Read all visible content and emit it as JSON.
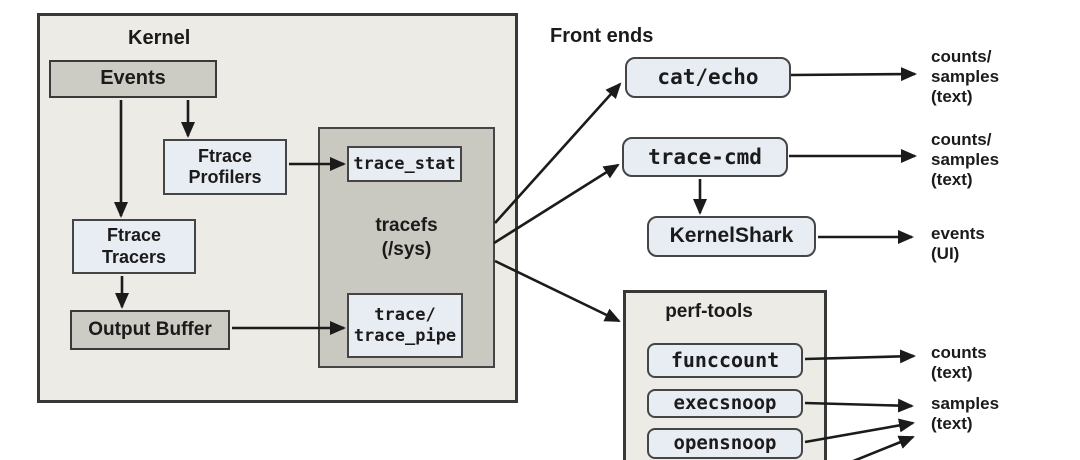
{
  "colors": {
    "background": "#ffffff",
    "panel_fill": "#ecebe6",
    "tracefs_fill": "#cac9c1",
    "gray_box_fill": "#cccbc4",
    "light_box_fill": "#e8ecf3",
    "border": "#383838",
    "arrow": "#1b1b1b",
    "text": "#1b1b1b"
  },
  "kernel": {
    "title": "Kernel",
    "events": "Events",
    "ftrace_profilers": "Ftrace\nProfilers",
    "ftrace_tracers": "Ftrace\nTracers",
    "output_buffer": "Output Buffer",
    "tracefs": {
      "title": "tracefs\n(/sys)",
      "trace_stat": "trace_stat",
      "trace_pipe": "trace/\ntrace_pipe"
    }
  },
  "front_ends": {
    "title": "Front ends",
    "cat_echo": "cat/echo",
    "trace_cmd": "trace-cmd",
    "kernelshark": "KernelShark",
    "perf_tools": {
      "title": "perf-tools",
      "tools": [
        "funccount",
        "execsnoop",
        "opensnoop"
      ]
    }
  },
  "outputs": {
    "cat_echo_output": "counts/\nsamples\n(text)",
    "trace_cmd_output": "counts/\nsamples\n(text)",
    "kernelshark_output": "events\n(UI)",
    "funccount_output": "counts\n(text)",
    "snoop_output": "samples\n(text)"
  }
}
